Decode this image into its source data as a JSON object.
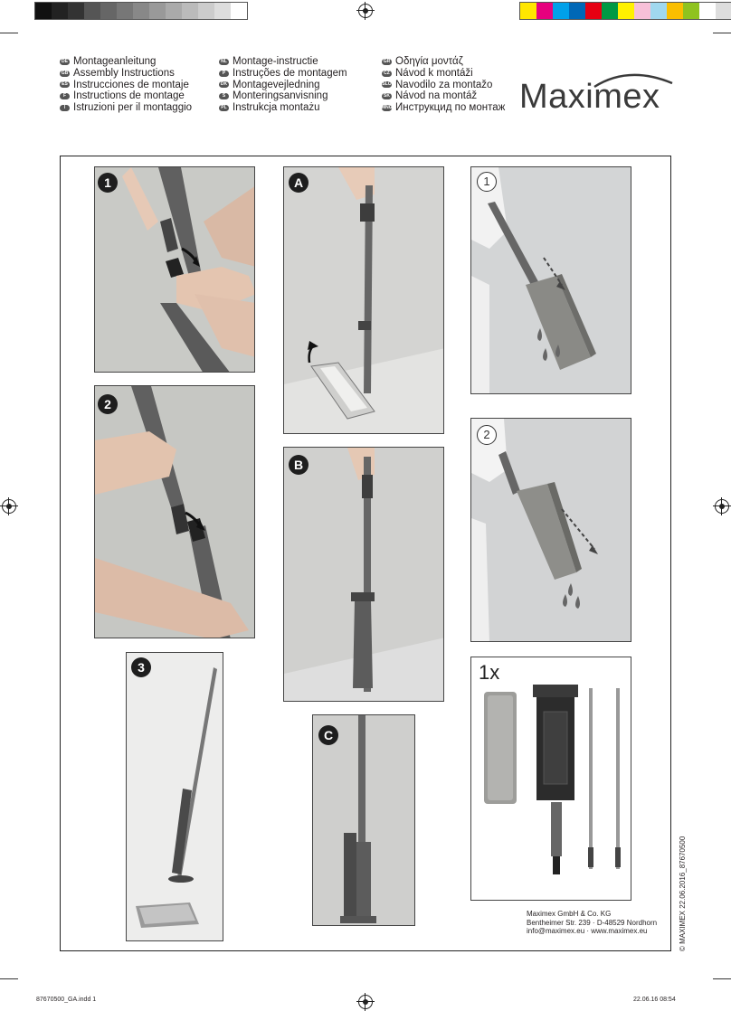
{
  "print_marks": {
    "gray_bar": [
      "#111111",
      "#222222",
      "#333333",
      "#555555",
      "#666666",
      "#777777",
      "#888888",
      "#999999",
      "#aaaaaa",
      "#bbbbbb",
      "#cccccc",
      "#dddddd",
      "#ffffff"
    ],
    "color_bar": [
      "#ffe600",
      "#e6007e",
      "#00a0e9",
      "#0068b7",
      "#e60012",
      "#009944",
      "#fff100",
      "#f7c0d8",
      "#a0d8ef",
      "#fabe00",
      "#8fc31f",
      "#fff",
      "#ddd"
    ]
  },
  "languages": {
    "col1": [
      {
        "code": "DE",
        "text": "Montageanleitung"
      },
      {
        "code": "GB",
        "text": "Assembly Instructions"
      },
      {
        "code": "ES",
        "text": "Instrucciones de montaje"
      },
      {
        "code": "F",
        "text": "Instructions de montage"
      },
      {
        "code": "I",
        "text": "Istruzioni per il montaggio"
      }
    ],
    "col2": [
      {
        "code": "NL",
        "text": "Montage-instructie"
      },
      {
        "code": "P",
        "text": "Instruções de montagem"
      },
      {
        "code": "DK",
        "text": "Montagevejledning"
      },
      {
        "code": "S",
        "text": "Monteringsanvisning"
      },
      {
        "code": "PL",
        "text": "Instrukcja montażu"
      }
    ],
    "col3": [
      {
        "code": "GR",
        "text": "Οδηγία μοντάζ"
      },
      {
        "code": "CZ",
        "text": "Návod k montáži"
      },
      {
        "code": "SLO",
        "text": "Navodilo za montažo"
      },
      {
        "code": "SK",
        "text": "Návod na montáž"
      },
      {
        "code": "MNG",
        "text": "Инструкцид по монтаж"
      }
    ]
  },
  "brand": "Maximex",
  "steps": {
    "s1": "1",
    "s2": "2",
    "s3": "3",
    "a": "A",
    "b": "B",
    "c": "C",
    "r1": "1",
    "r2": "2"
  },
  "contents_qty": "1x",
  "address": {
    "line1": "Maximex GmbH & Co. KG",
    "line2": "Bentheimer Str. 239 · D-48529 Nordhorn",
    "line3": "info@maximex.eu  ·  www.maximex.eu"
  },
  "copyright": "© MAXIMEX  22.06.2016_87670500",
  "footer": {
    "left": "87670500_GA.indd  1",
    "right": "22.06.16   08:54"
  }
}
